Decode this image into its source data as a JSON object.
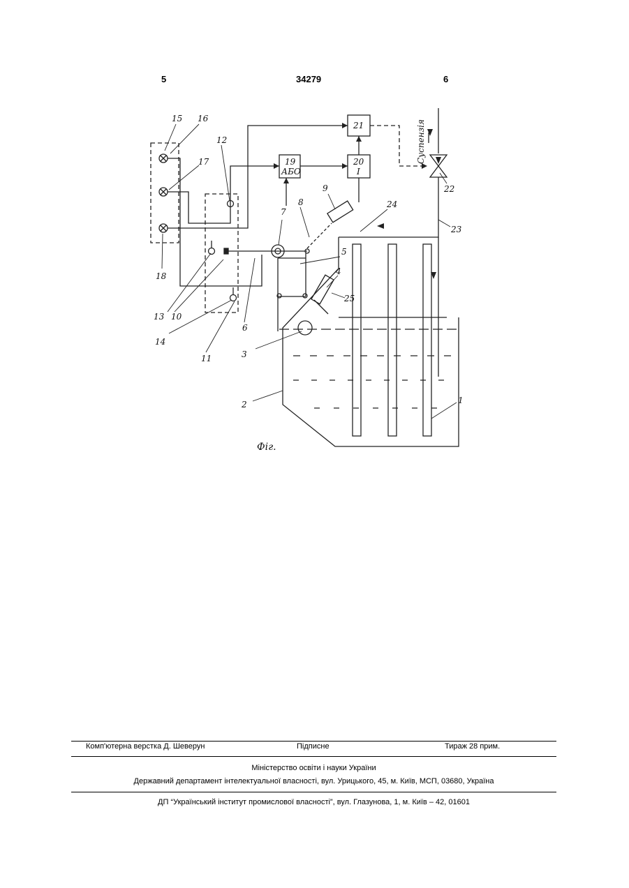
{
  "header": {
    "left_page": "5",
    "patent_number": "34279",
    "right_page": "6"
  },
  "figure": {
    "caption": "Фіг.",
    "flow_label": "Суспензія",
    "block_19": [
      "19",
      "АБО"
    ],
    "block_20": [
      "20",
      "І"
    ],
    "block_21": "21",
    "callouts": [
      "1",
      "2",
      "3",
      "4",
      "5",
      "6",
      "7",
      "8",
      "9",
      "10",
      "11",
      "12",
      "13",
      "14",
      "15",
      "16",
      "17",
      "18",
      "22",
      "23",
      "24",
      "25"
    ]
  },
  "footer": {
    "typesetting": "Комп'ютерна верстка Д. Шеверун",
    "signed": "Підписне",
    "circulation": "Тираж 28 прим.",
    "ministry": "Міністерство освіти і науки України",
    "department": "Державний департамент інтелектуальної власності, вул. Урицького, 45, м. Київ, МСП, 03680, Україна",
    "institute": "ДП “Український інститут промислової власності”, вул. Глазунова, 1, м. Київ – 42, 01601"
  }
}
